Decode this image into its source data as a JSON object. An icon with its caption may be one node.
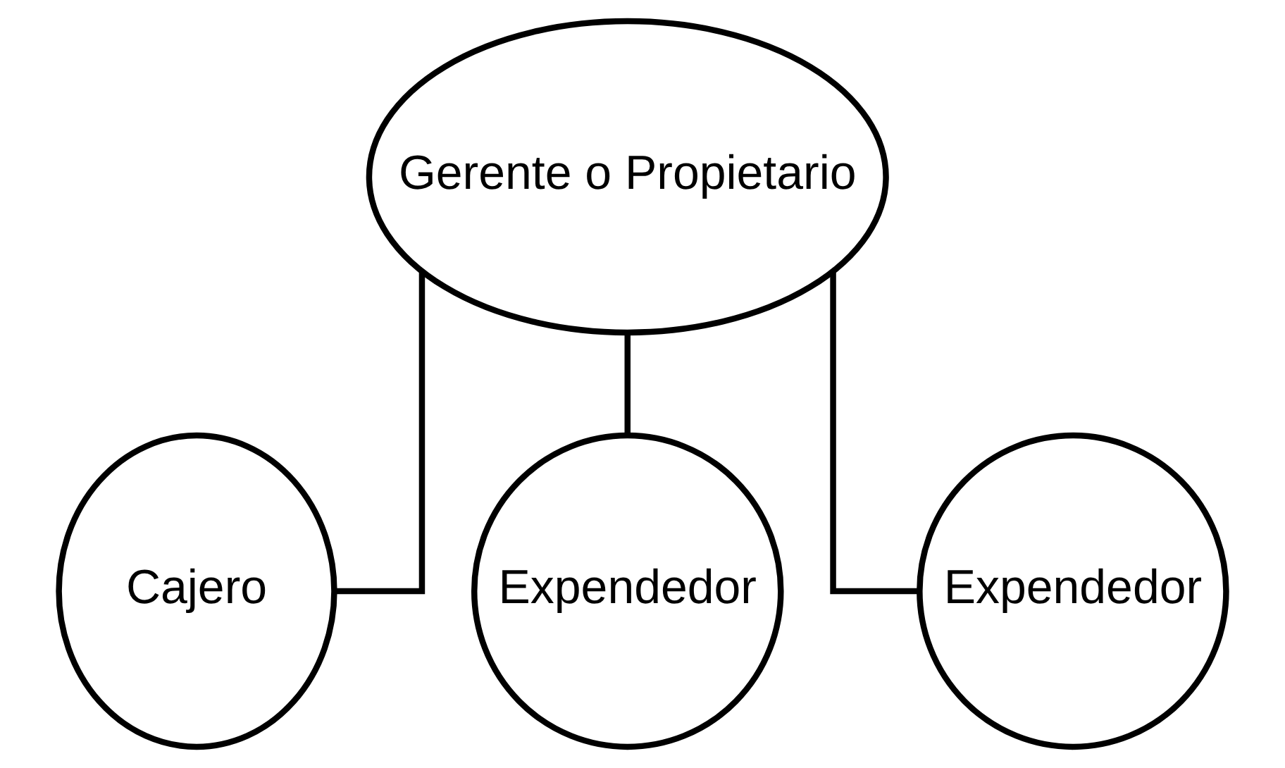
{
  "diagram": {
    "nodes": [
      {
        "text": [
          "Gerente o Propietario"
        ]
      },
      {
        "text": [
          "Cajero"
        ]
      },
      {
        "text": [
          "Expendedor"
        ]
      },
      {
        "text": [
          "Expendedor"
        ]
      }
    ],
    "edges": [
      {
        "from": 0,
        "to": 1,
        "arrow": "none"
      },
      {
        "from": 0,
        "to": 2,
        "arrow": "none"
      },
      {
        "from": 0,
        "to": 3,
        "arrow": "none"
      }
    ]
  }
}
